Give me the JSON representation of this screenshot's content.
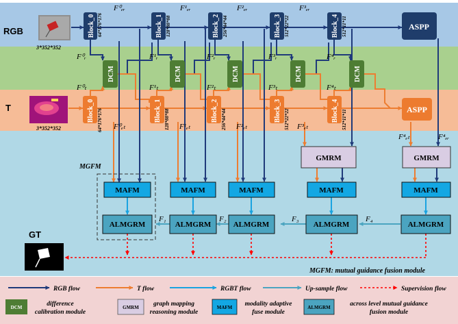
{
  "rows": {
    "rgb": "RGB",
    "t": "T",
    "gt": "GT"
  },
  "input_sizes": {
    "rgb": "3*352*352",
    "t": "3*352*352"
  },
  "rgb_blocks": [
    "Block_0",
    "Block_1",
    "Block_2",
    "Block_3",
    "Block_4"
  ],
  "t_blocks": [
    "Block_0",
    "Block_1",
    "Block_2",
    "Block_3",
    "Block_4"
  ],
  "block_sizes": [
    "64*176*176",
    "128*88*88",
    "256*44*44",
    "512*22*22",
    "512*11*11"
  ],
  "aspp_label": "ASPP",
  "dcm_label": "DCM",
  "gmrm_label": "GMRM",
  "mafm_label": "MAFM",
  "almgrm_label": "ALMGRM",
  "mgfm_label": "MGFM",
  "mgfm_caption": "MGFM: mutual guidance fusion module",
  "feature_labels": {
    "fer": [
      "F⁰ₑᵣ",
      "F¹ₑᵣ",
      "F²ₑᵣ",
      "F³ₑᵣ",
      "F⁴ₑᵣ"
    ],
    "fr": [
      "F⁰ᵣ",
      "F¹ᵣ",
      "F²ᵣ",
      "F³ᵣ",
      "F⁴ᵣ"
    ],
    "ft": [
      "F⁰ₜ",
      "F¹ₜ",
      "F²ₜ",
      "F³ₜ",
      "F⁴ₜ"
    ],
    "fet": [
      "F⁰ₑₜ",
      "F¹ₑₜ",
      "F²ₑₜ",
      "F³ₑₜ",
      "F⁴ₑₜ"
    ],
    "aspp_fet": "F⁴ₑₜ",
    "aspp_fer": "F⁴ₑᵣ",
    "fusion": [
      "F₁",
      "F₂",
      "F₃",
      "F₄"
    ]
  },
  "legend": {
    "rgb_flow": "RGB flow",
    "t_flow": "T flow",
    "rgbt_flow": "RGBT flow",
    "upsample_flow": "Up-sample flow",
    "supervision_flow": "Supervision flow",
    "dcm_box": "DCM",
    "dcm_desc_1": "difference",
    "dcm_desc_2": "calibration module",
    "gmrm_box": "GMRM",
    "gmrm_desc_1": "graph mapping",
    "gmrm_desc_2": "reasoning module",
    "mafm_box": "MAFM",
    "mafm_desc_1": "modality adaptive",
    "mafm_desc_2": "fuse module",
    "almgrm_box": "ALMGRM",
    "almgrm_desc_1": "across level mutual guidance",
    "almgrm_desc_2": "fusion module"
  },
  "colors": {
    "rgb_band": "#a7c8e6",
    "dcm_band": "#a9d08e",
    "t_band": "#f6bc97",
    "lower_band": "#b0d8e6",
    "legend_bg": "#f2d3d3",
    "rgb_block": "#1f3d6b",
    "t_block": "#ed7b2f",
    "dcm": "#4e7d34",
    "gmrm": "#d9cde3",
    "mafm": "#13a7e3",
    "almgrm": "#4ba4c0",
    "rgb_flow": "#1f3a7a",
    "t_flow": "#ed7d31",
    "rgbt_flow": "#1aa3e0",
    "upsample_flow": "#4ba4c0",
    "supervision": "#ff0000"
  },
  "icons": [
    "rgb-image-thumbnail",
    "thermal-image-thumbnail",
    "ground-truth-mask"
  ]
}
